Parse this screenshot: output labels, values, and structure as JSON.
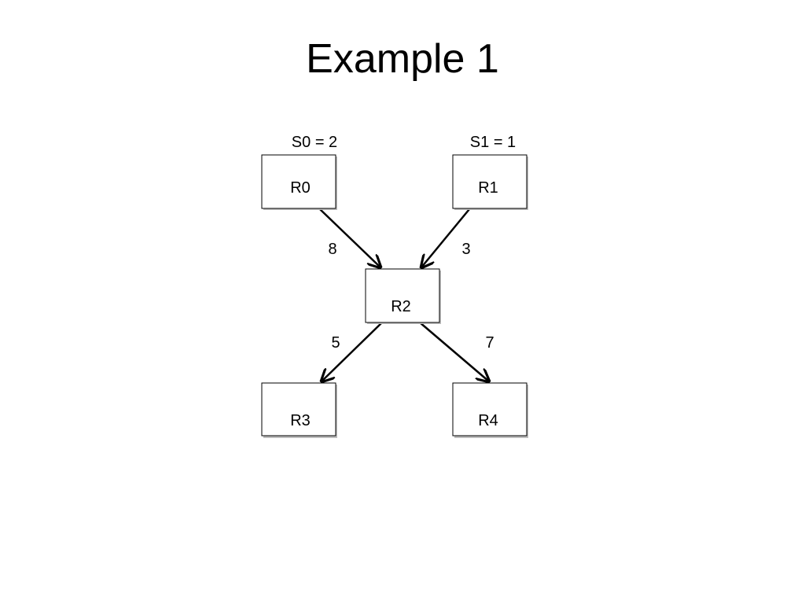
{
  "title": "Example 1",
  "sources": [
    {
      "id": "s0",
      "label": "S0 = 2"
    },
    {
      "id": "s1",
      "label": "S1 = 1"
    }
  ],
  "nodes": [
    {
      "id": "r0",
      "label": "R0"
    },
    {
      "id": "r1",
      "label": "R1"
    },
    {
      "id": "r2",
      "label": "R2"
    },
    {
      "id": "r3",
      "label": "R3"
    },
    {
      "id": "r4",
      "label": "R4"
    }
  ],
  "edges": [
    {
      "id": "e-r0-r2",
      "from": "R0",
      "to": "R2",
      "weight": "8"
    },
    {
      "id": "e-r1-r2",
      "from": "R1",
      "to": "R2",
      "weight": "3"
    },
    {
      "id": "e-r2-r3",
      "from": "R2",
      "to": "R3",
      "weight": "5"
    },
    {
      "id": "e-r2-r4",
      "from": "R2",
      "to": "R4",
      "weight": "7"
    }
  ]
}
